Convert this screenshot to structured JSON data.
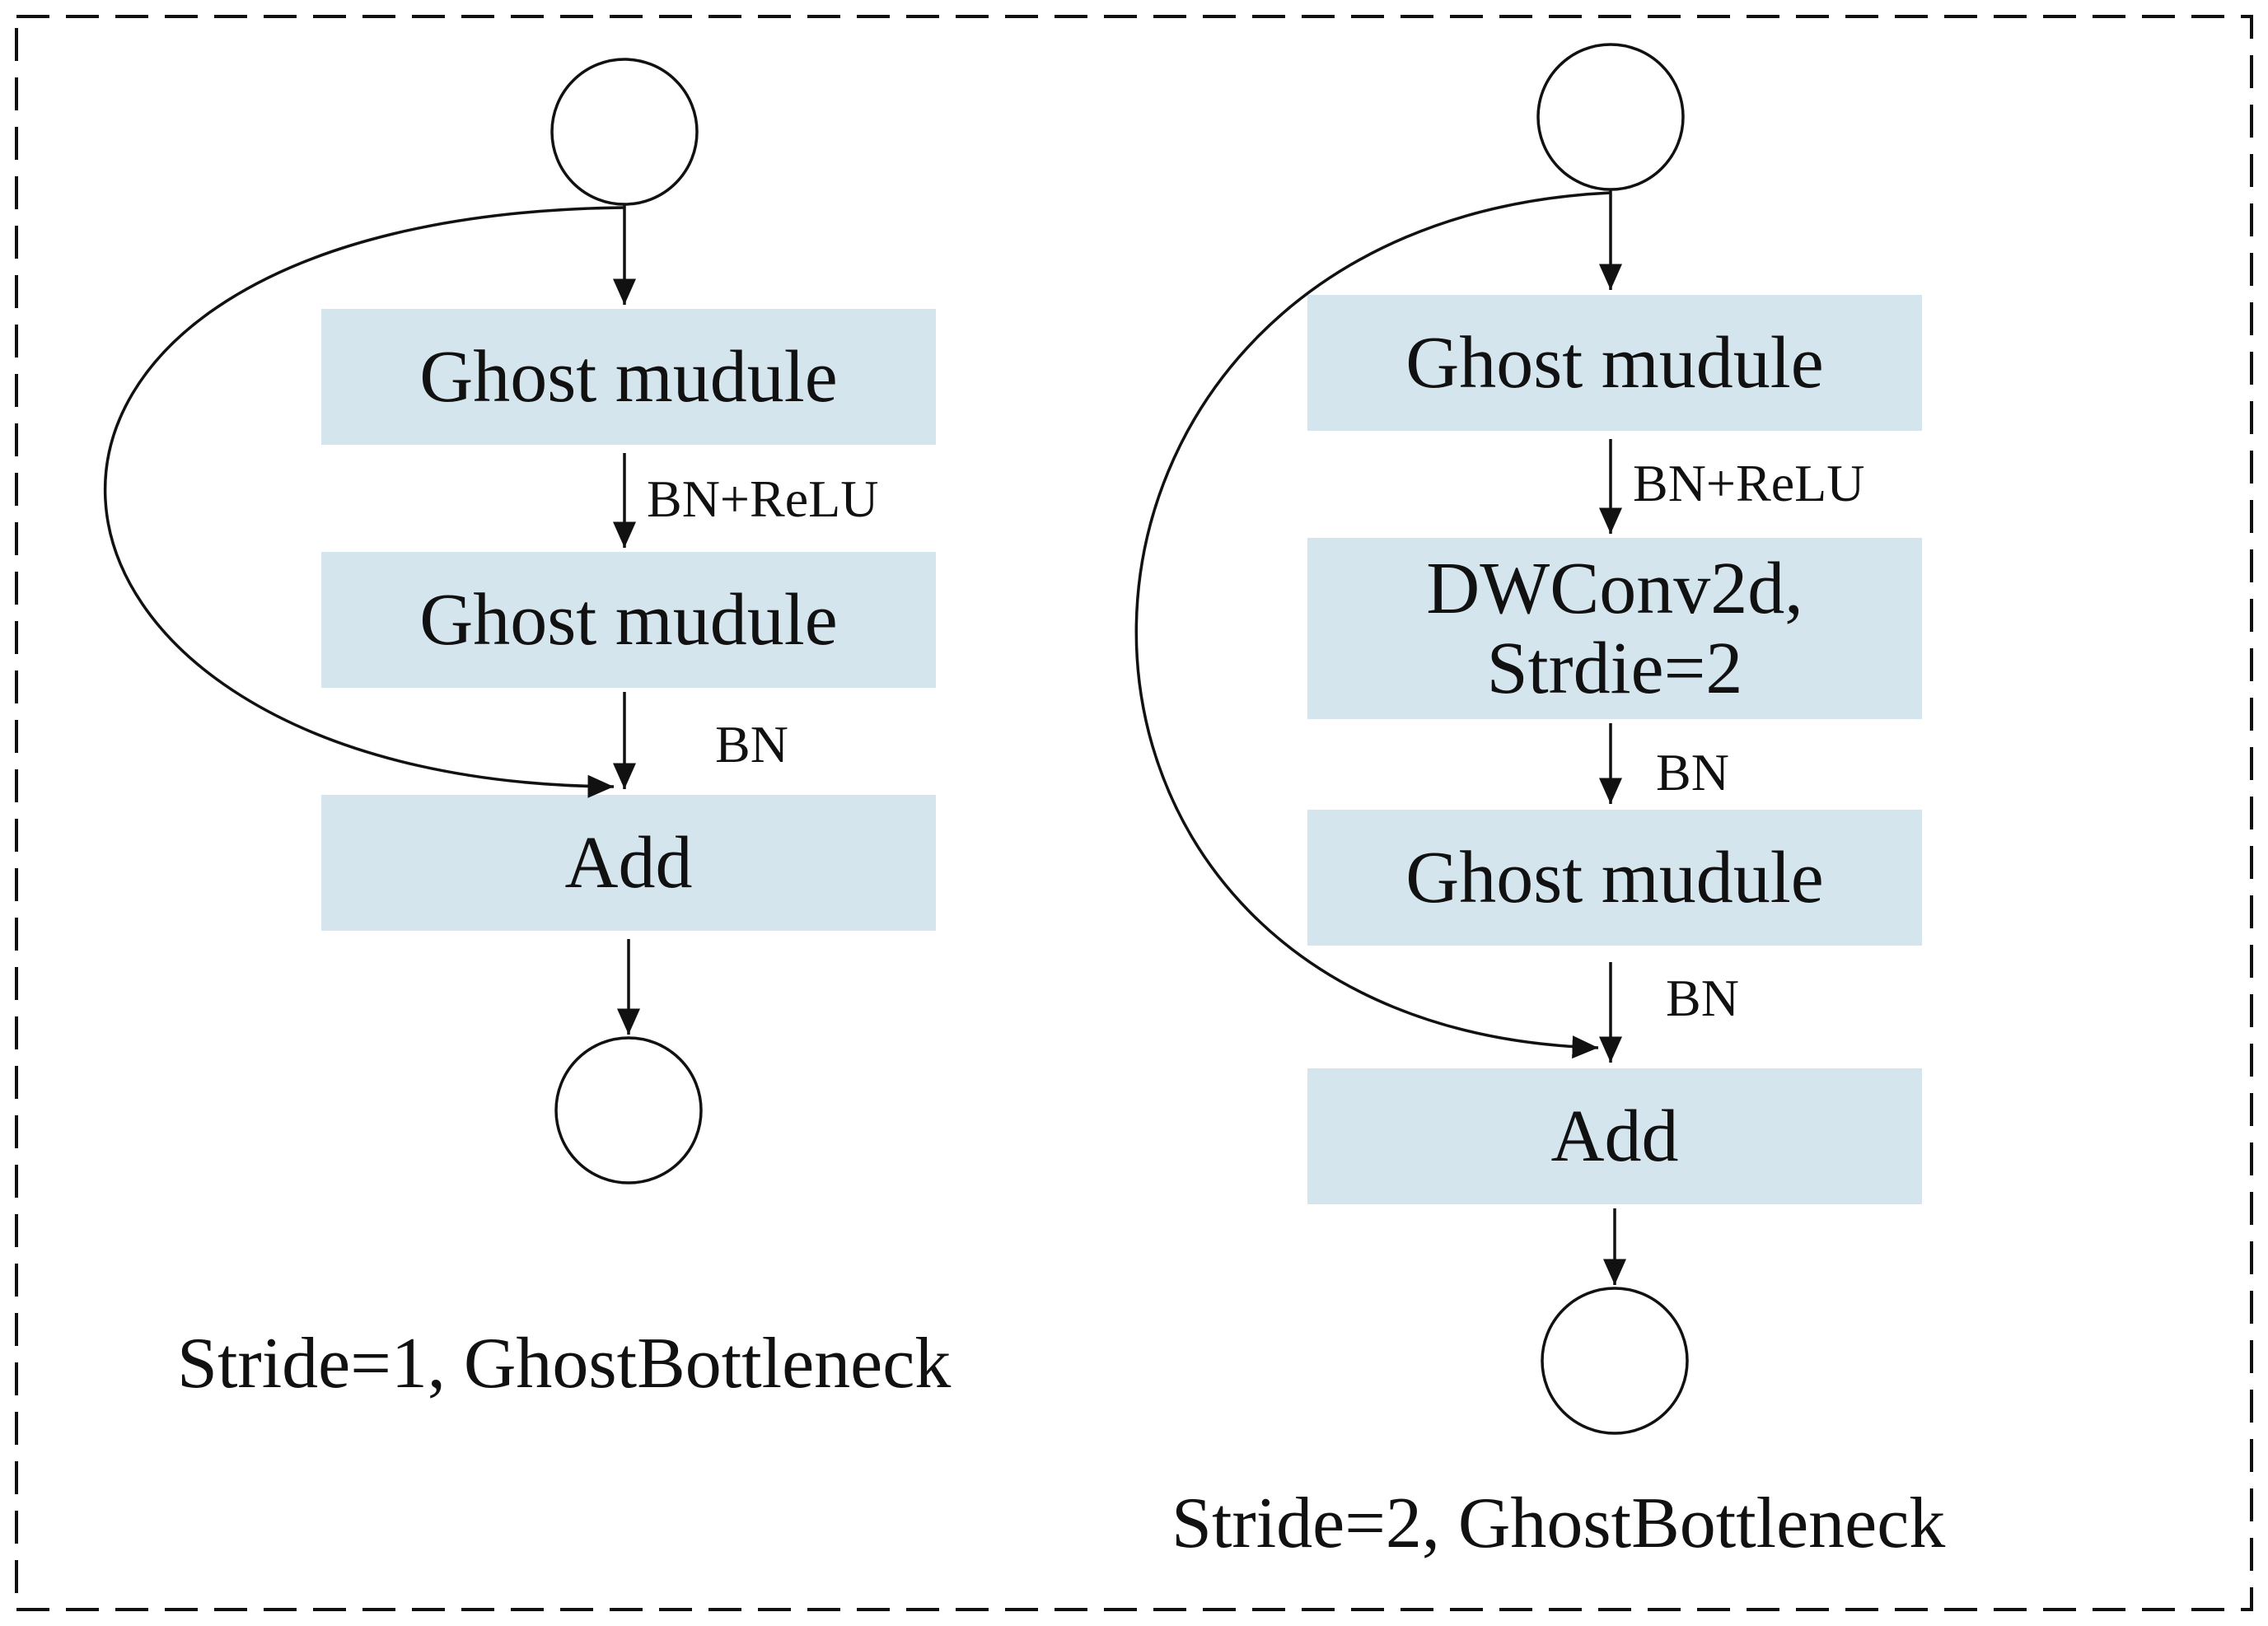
{
  "colors": {
    "block_fill": "#d5e5ee",
    "stroke": "#111111",
    "background": "#ffffff"
  },
  "left": {
    "blocks": [
      {
        "label": "Ghost mudule"
      },
      {
        "label": "Ghost mudule"
      },
      {
        "label": "Add"
      }
    ],
    "edge_labels": [
      "BN+ReLU",
      "BN"
    ],
    "caption": "Stride=1, GhostBottleneck"
  },
  "right": {
    "blocks": [
      {
        "label": "Ghost mudule"
      },
      {
        "lines": [
          "DWConv2d,",
          "Strdie=2"
        ]
      },
      {
        "label": "Ghost mudule"
      },
      {
        "label": "Add"
      }
    ],
    "edge_labels": [
      "BN+ReLU",
      "BN",
      "BN"
    ],
    "caption": "Stride=2, GhostBottleneck"
  }
}
